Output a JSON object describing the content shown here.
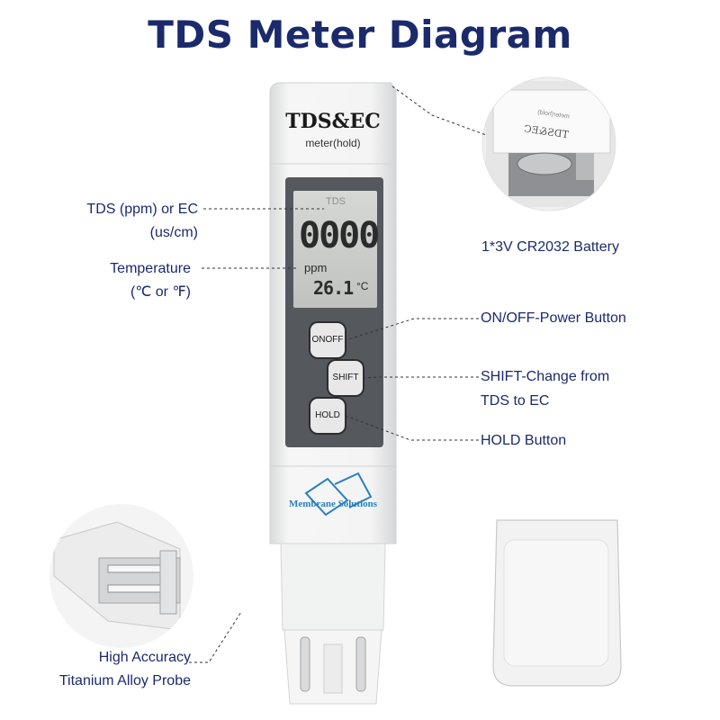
{
  "title": "TDS Meter Diagram",
  "meter": {
    "brand": "TDS&EC",
    "subtitle": "meter(hold)",
    "lcd_mode": "TDS",
    "lcd_reading": "0000",
    "lcd_unit": "ppm",
    "lcd_temp": "26.1",
    "lcd_temp_unit": "°C",
    "btn_onoff": "ONOFF",
    "btn_shift": "SHIFT",
    "btn_hold": "HOLD",
    "logo_text": "Membrane Solutions"
  },
  "battery_inset": {
    "mirrored_brand": "TDS&EC",
    "mirrored_sub": "meter(hold)"
  },
  "labels": {
    "tds_line1": "TDS (ppm) or EC",
    "tds_line2": "(us/cm)",
    "temp_line1": "Temperature",
    "temp_line2": "(℃ or ℉)",
    "battery": "1*3V CR2032 Battery",
    "power": "ON/OFF-Power Button",
    "shift_line1": "SHIFT-Change from",
    "shift_line2": "TDS to EC",
    "hold": "HOLD Button",
    "probe_line1": "High Accuracy",
    "probe_line2": "Titanium Alloy Probe"
  },
  "colors": {
    "title": "#1b2a6b",
    "lcd_bg": "#c9ccc9",
    "panel": "#55585c",
    "body": "#f3f4f4",
    "logo": "#2a7fbf"
  }
}
